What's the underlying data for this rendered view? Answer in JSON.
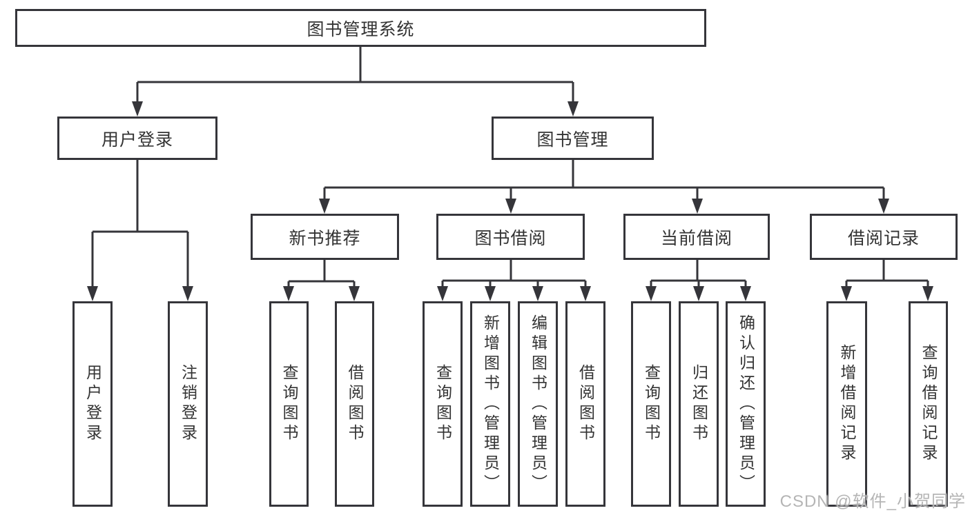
{
  "tree": {
    "label": "图书管理系统",
    "children": [
      {
        "label": "用户登录",
        "children": [
          {
            "label": "用户登录"
          },
          {
            "label": "注销登录"
          }
        ]
      },
      {
        "label": "图书管理",
        "children": [
          {
            "label": "新书推荐",
            "children": [
              {
                "label": "查询图书"
              },
              {
                "label": "借阅图书"
              }
            ]
          },
          {
            "label": "图书借阅",
            "children": [
              {
                "label": "查询图书"
              },
              {
                "label": "新增图书（管理员）"
              },
              {
                "label": "编辑图书（管理员）"
              },
              {
                "label": "借阅图书"
              }
            ]
          },
          {
            "label": "当前借阅",
            "children": [
              {
                "label": "查询图书"
              },
              {
                "label": "归还图书"
              },
              {
                "label": "确认归还（管理员）"
              }
            ]
          },
          {
            "label": "借阅记录",
            "children": [
              {
                "label": "新增借阅记录"
              },
              {
                "label": "查询借阅记录"
              }
            ]
          }
        ]
      }
    ]
  },
  "watermark": {
    "text": "CSDN @软件_小贺同学"
  },
  "colors": {
    "line": "#35353a",
    "box_border": "#35353a",
    "text": "#333333",
    "background": "#ffffff",
    "watermark": "#b5b5b5"
  }
}
